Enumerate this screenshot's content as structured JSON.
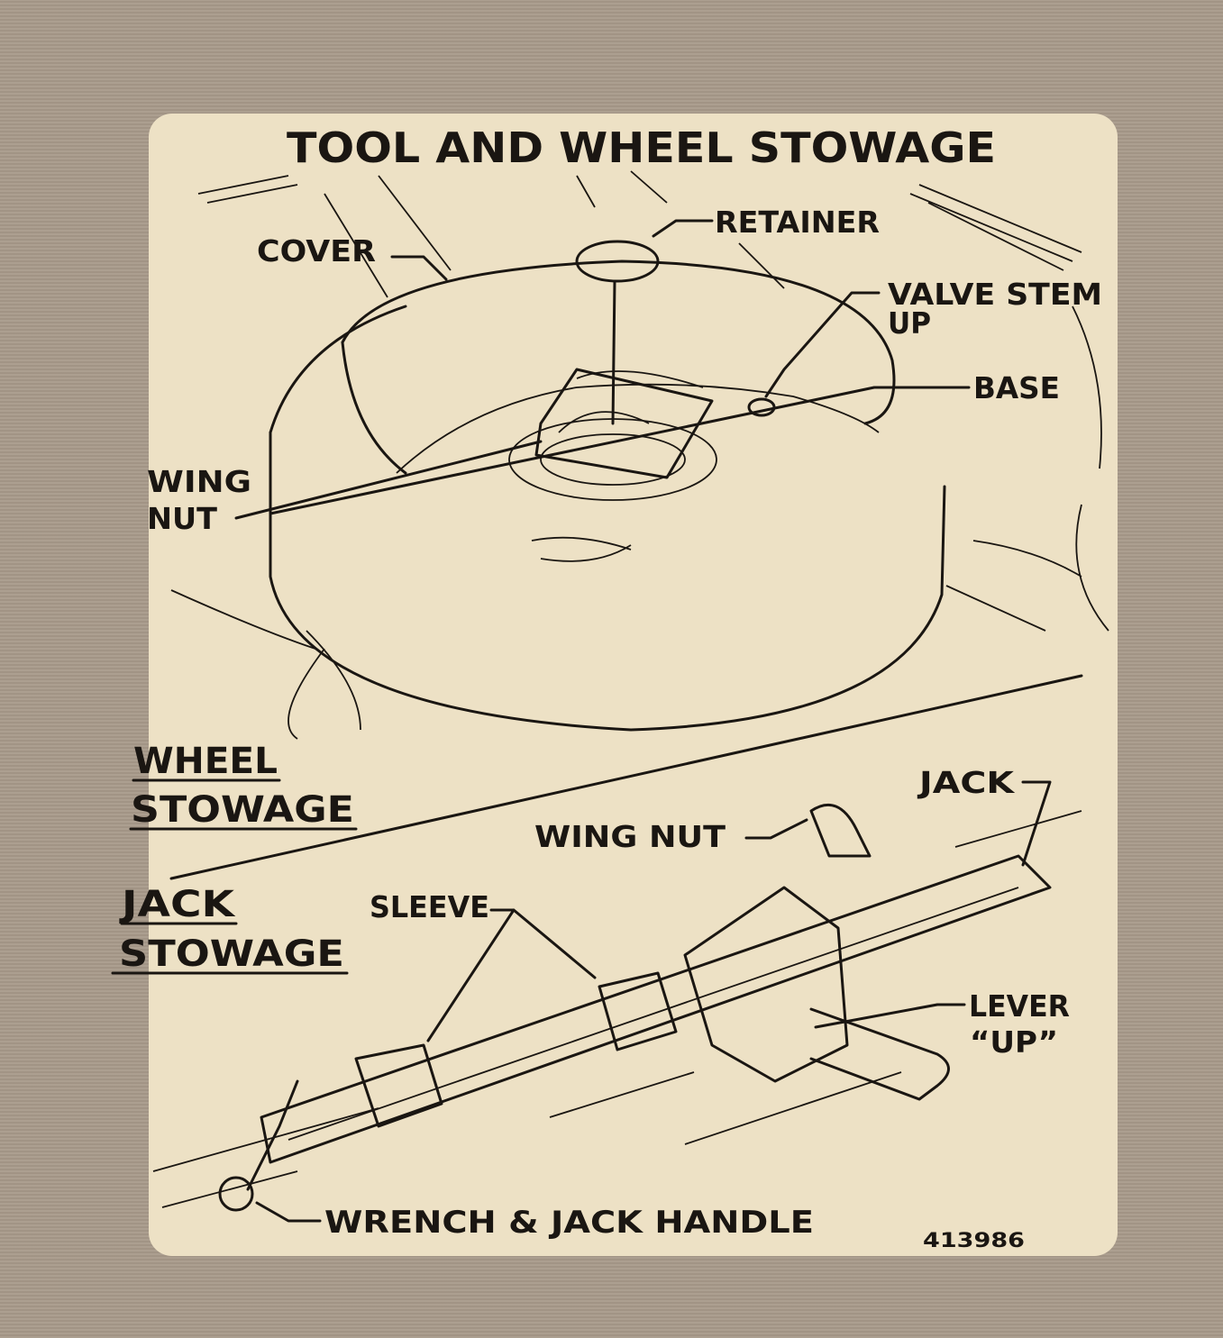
{
  "card": {
    "title": "TOOL AND WHEEL STOWAGE",
    "part_number": "413986",
    "colors": {
      "card": "#ede1c5",
      "ink": "#1a1612",
      "background": "#a89a8a"
    }
  },
  "wheel_section": {
    "heading_line1": "WHEEL",
    "heading_line2": "STOWAGE",
    "labels": {
      "cover": "COVER",
      "retainer": "RETAINER",
      "valve_stem": "VALVE STEM",
      "valve_up": "UP",
      "base": "BASE",
      "wing": "WING",
      "nut": "NUT"
    }
  },
  "jack_section": {
    "heading_line1": "JACK",
    "heading_line2": "STOWAGE",
    "labels": {
      "jack": "JACK",
      "wing_nut": "WING NUT",
      "sleeve": "SLEEVE",
      "lever": "LEVER",
      "lever_up": "“UP”",
      "wrench": "WRENCH & JACK HANDLE"
    }
  }
}
